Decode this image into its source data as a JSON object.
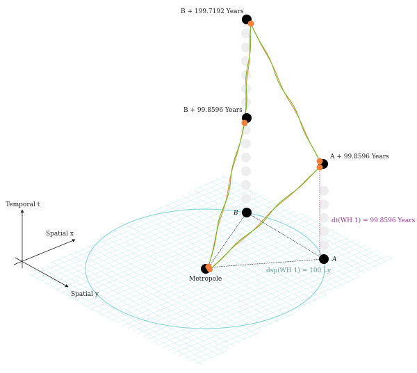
{
  "axes": {
    "temporal": "Temporal t",
    "spatial_x": "Spatial x",
    "spatial_y": "Spatial y"
  },
  "points": {
    "metropole": "Metropole",
    "b": "B",
    "a": "A",
    "b_plus_1": "B + 99.8596 Years",
    "b_plus_2": "B + 199.7192 Years",
    "a_plus_1": "A + 99.8596 Years"
  },
  "annotations": {
    "temporal_distance": "dt(WH 1) = 99.8596 Years",
    "spatial_distance": "dsp(WH 1) = 100 Ly"
  },
  "colors": {
    "grid": "#cdeeee",
    "circle": "#7fd3d3",
    "orange": "#f0803c",
    "green": "#6cbf1c",
    "magenta": "#a0309a",
    "ghost": "#eeeeee"
  }
}
